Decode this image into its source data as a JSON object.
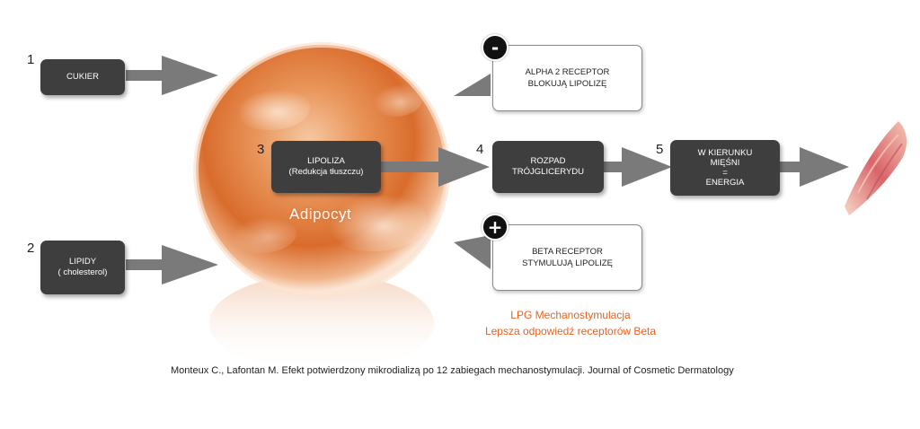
{
  "steps": {
    "n1": "1",
    "n2": "2",
    "n3": "3",
    "n4": "4",
    "n5": "5"
  },
  "boxes": {
    "cukier": "CUKIER",
    "lipidy_line1": "LIPIDY",
    "lipidy_line2": "( cholesterol)",
    "lipoliza_line1": "LIPOLIZA",
    "lipoliza_line2": "(Redukcja tłuszczu)",
    "rozpad_line1": "ROZPAD",
    "rozpad_line2": "TRÓJGLICERYDU",
    "kierunku_line1": "W KIERUNKU",
    "kierunku_line2": "MIĘŚNI",
    "kierunku_line3": "=",
    "kierunku_line4": "ENERGIA",
    "alpha_line1": "ALPHA 2 RECEPTOR",
    "alpha_line2": "BLOKUJĄ LIPOLIZĘ",
    "beta_line1": "BETA RECEPTOR",
    "beta_line2": "STYMULUJĄ LIPOLIZĘ"
  },
  "signs": {
    "minus": "-",
    "plus": "+"
  },
  "cell_label": "Adipocyt",
  "lpg": {
    "line1": "LPG Mechanostymulacja",
    "line2": " Lepsza odpowiedź receptorów Beta"
  },
  "citation": "Monteux C., Lafontan M. Efekt potwierdzony mikrodializą po 12 zabiegach mechanostymulacji. Journal of Cosmetic Dermatology",
  "colors": {
    "dark_box": "#3e3e3e",
    "arrow": "#7a7a7a",
    "accent_orange": "#e8621e",
    "cell_orange": "#e07a3c"
  }
}
